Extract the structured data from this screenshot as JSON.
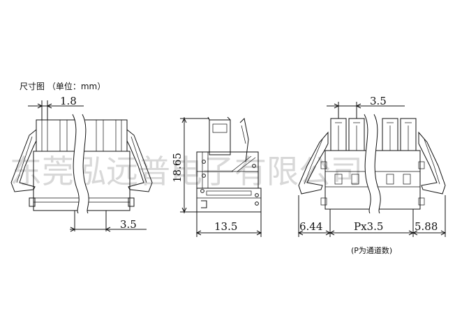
{
  "title": "尺寸图 （单位：mm）",
  "note": "(P为通道数)",
  "watermark": "东莞泓远普电子有限公司",
  "dimensions": {
    "front_pin_width": "1.8",
    "front_pin_pitch": "3.5",
    "side_height": "18.65",
    "side_depth": "13.5",
    "right_pitch": "3.5",
    "right_left_offset": "6.44",
    "right_total": "Px3.5",
    "right_right_offset": "5.88"
  },
  "colors": {
    "line": "#111111",
    "watermark": "#d8d8d8"
  }
}
